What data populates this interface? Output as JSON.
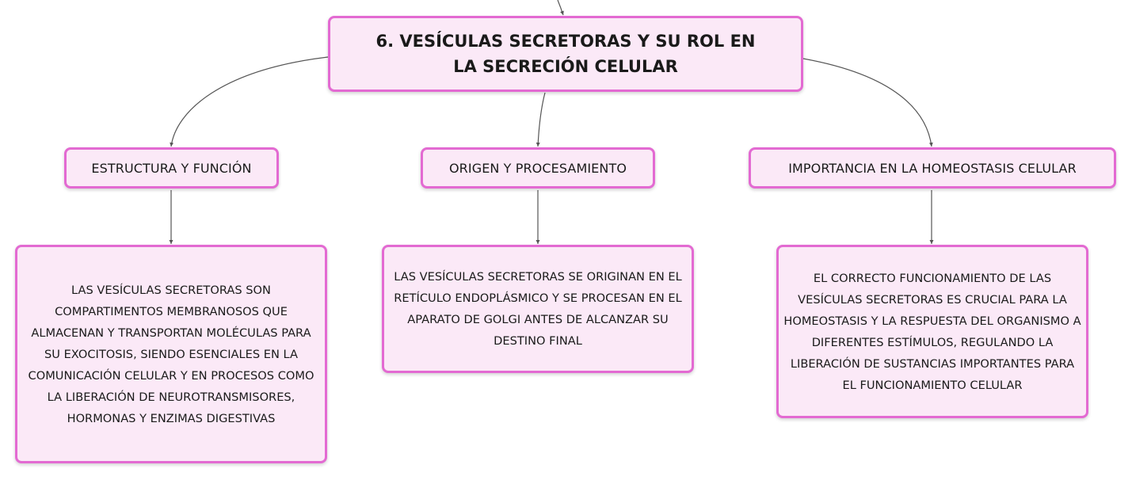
{
  "colors": {
    "node_fill": "#fbe9f7",
    "node_border": "#e36ad2",
    "connector": "#555555"
  },
  "title": "6. VESÍCULAS SECRETORAS Y SU ROL EN LA SECRECIÓN CELULAR",
  "topics": [
    {
      "label": "ESTRUCTURA Y FUNCIÓN",
      "detail": "LAS VESÍCULAS SECRETORAS SON COMPARTIMENTOS MEMBRANOSOS QUE ALMACENAN Y TRANSPORTAN MOLÉCULAS PARA SU EXOCITOSIS, SIENDO ESENCIALES EN LA COMUNICACIÓN CELULAR Y EN PROCESOS COMO LA LIBERACIÓN DE NEUROTRANSMISORES, HORMONAS Y ENZIMAS DIGESTIVAS"
    },
    {
      "label": "ORIGEN Y PROCESAMIENTO",
      "detail": "LAS VESÍCULAS SECRETORAS SE ORIGINAN EN EL RETÍCULO ENDOPLÁSMICO Y SE PROCESAN EN EL APARATO DE GOLGI ANTES DE ALCANZAR SU DESTINO FINAL"
    },
    {
      "label": "IMPORTANCIA EN LA HOMEOSTASIS CELULAR",
      "detail": "EL CORRECTO FUNCIONAMIENTO DE LAS VESÍCULAS SECRETORAS ES CRUCIAL PARA LA HOMEOSTASIS Y LA RESPUESTA DEL ORGANISMO A DIFERENTES ESTÍMULOS, REGULANDO LA LIBERACIÓN DE SUSTANCIAS IMPORTANTES PARA EL FUNCIONAMIENTO CELULAR"
    }
  ]
}
